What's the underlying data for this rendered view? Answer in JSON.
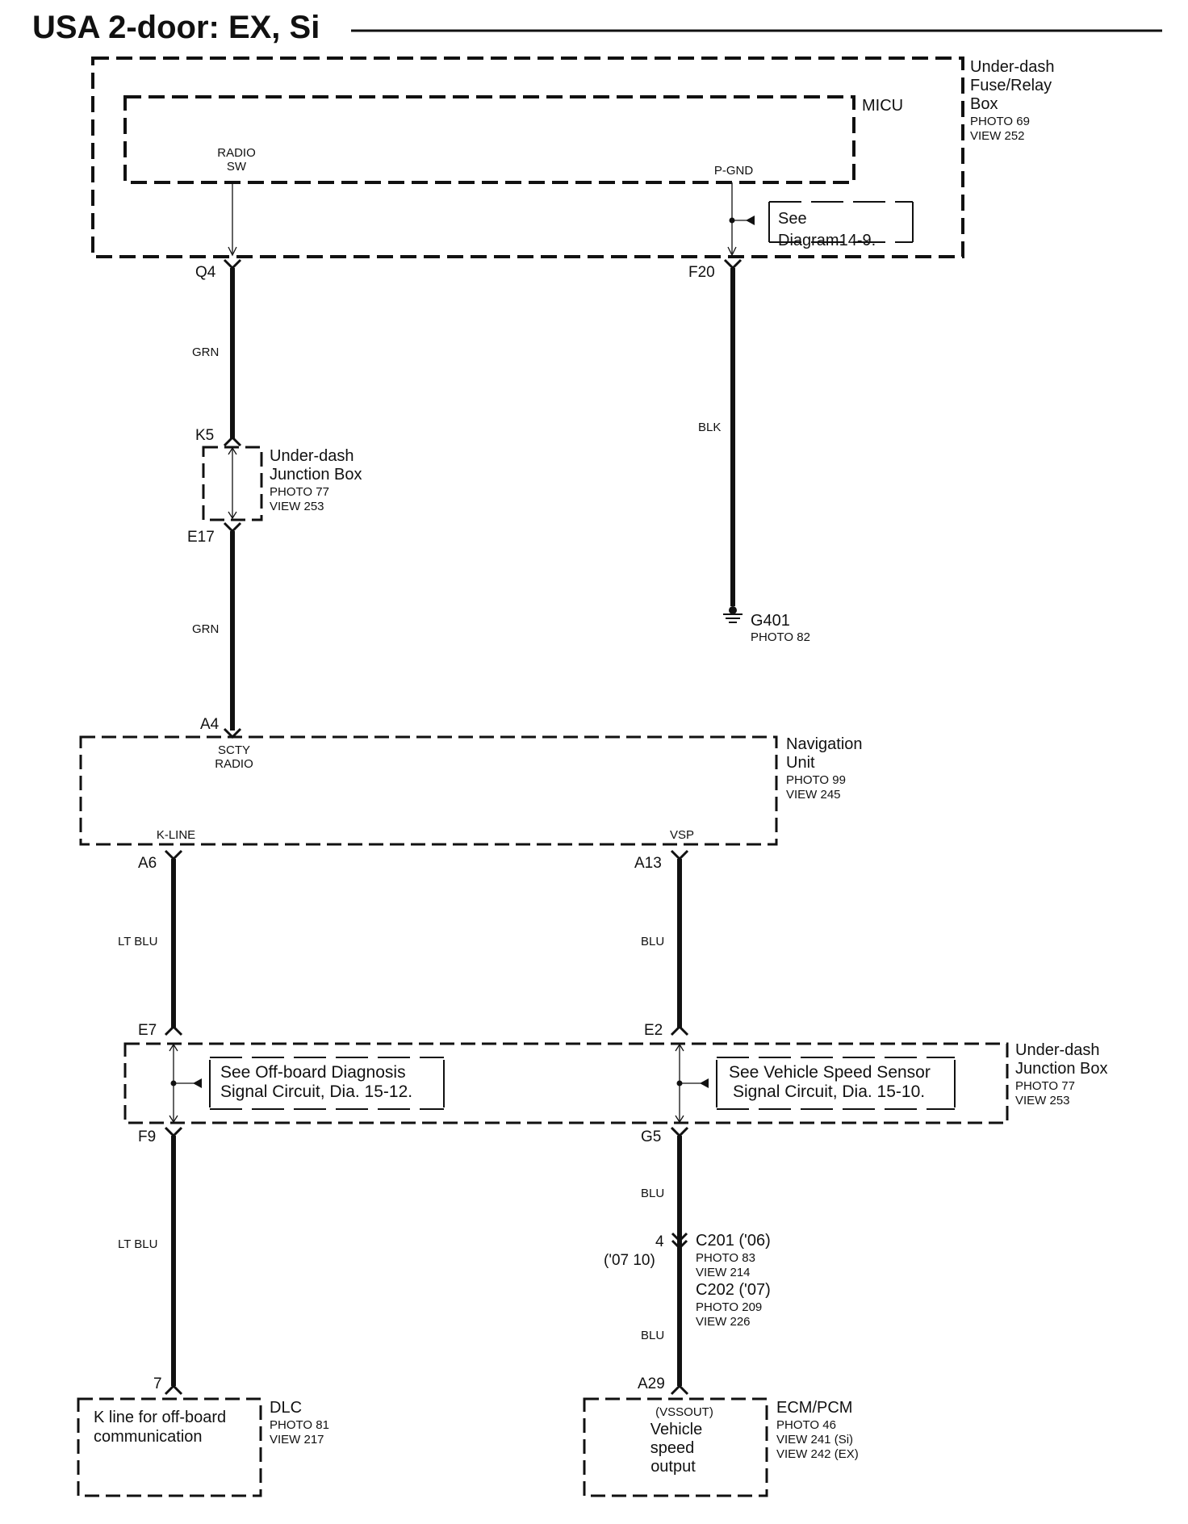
{
  "title": "USA 2-door: EX, Si",
  "components": {
    "fuse_box": {
      "name_lines": [
        "Under-dash",
        "Fuse/Relay",
        "Box"
      ],
      "photo": "PHOTO 69",
      "view": "VIEW 252"
    },
    "micu": {
      "name": "MICU",
      "radio_sw": [
        "RADIO",
        "SW"
      ],
      "p_gnd": "P-GND"
    },
    "see_diagram": [
      "See",
      "Diagram14-9."
    ],
    "junction_box_1": {
      "name_lines": [
        "Under-dash",
        "Junction Box"
      ],
      "photo": "PHOTO 77",
      "view": "VIEW 253"
    },
    "ground": {
      "name": "G401",
      "photo": "PHOTO 82"
    },
    "nav_unit": {
      "name_lines": [
        "Navigation",
        "Unit"
      ],
      "photo": "PHOTO 99",
      "view": "VIEW 245",
      "scty_radio": [
        "SCTY",
        "RADIO"
      ],
      "k_line": "K-LINE",
      "vsp": "VSP"
    },
    "junction_box_2": {
      "name_lines": [
        "Under-dash",
        "Junction Box"
      ],
      "photo": "PHOTO 77",
      "view": "VIEW 253",
      "note_left": [
        "See Off-board Diagnosis",
        "Signal Circuit, Dia. 15-12."
      ],
      "note_right": [
        "See Vehicle Speed Sensor",
        "Signal Circuit, Dia. 15-10."
      ]
    },
    "connector": {
      "pin": "4",
      "pin_alt": "('07 10)",
      "c201": "C201 ('06)",
      "c201_photo": "PHOTO 83",
      "c201_view": "VIEW 214",
      "c202": "C202 ('07)",
      "c202_photo": "PHOTO 209",
      "c202_view": "VIEW 226"
    },
    "dlc": {
      "name": "DLC",
      "photo": "PHOTO 81",
      "view": "VIEW 217",
      "text": [
        "K line for off-board",
        "communication"
      ]
    },
    "ecm": {
      "name": "ECM/PCM",
      "photo": "PHOTO 46",
      "view1": "VIEW 241 (Si)",
      "view2": "VIEW 242 (EX)",
      "text": [
        "(VSSOUT)",
        "Vehicle",
        "speed",
        "output"
      ]
    }
  },
  "pins": {
    "q4": "Q4",
    "f20": "F20",
    "k5": "K5",
    "e17": "E17",
    "a4": "A4",
    "a6": "A6",
    "a13": "A13",
    "e7": "E7",
    "e2": "E2",
    "f9": "F9",
    "g5": "G5",
    "p7": "7",
    "a29": "A29"
  },
  "wires": {
    "grn1": "GRN",
    "grn2": "GRN",
    "blk": "BLK",
    "ltblu1": "LT BLU",
    "ltblu2": "LT BLU",
    "blu1": "BLU",
    "blu2": "BLU",
    "blu3": "BLU"
  }
}
